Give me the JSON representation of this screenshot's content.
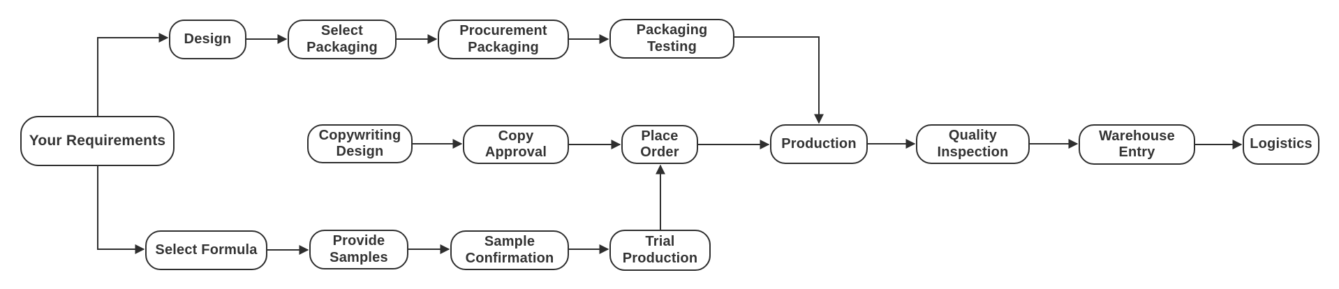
{
  "diagram": {
    "colors": {
      "stroke": "#2e2e2e",
      "text": "#333333",
      "background": "#ffffff"
    },
    "nodes": {
      "your_requirements": {
        "label": "Your Requirements"
      },
      "design": {
        "label": "Design"
      },
      "select_packaging": {
        "label": "Select\nPackaging"
      },
      "procurement_packaging": {
        "label": "Procurement\nPackaging"
      },
      "packaging_testing": {
        "label": "Packaging\nTesting"
      },
      "copywriting_design": {
        "label": "Copywriting\nDesign"
      },
      "copy_approval": {
        "label": "Copy\nApproval"
      },
      "place_order": {
        "label": "Place\nOrder"
      },
      "production": {
        "label": "Production"
      },
      "quality_inspection": {
        "label": "Quality\nInspection"
      },
      "warehouse_entry": {
        "label": "Warehouse\nEntry"
      },
      "logistics": {
        "label": "Logistics"
      },
      "select_formula": {
        "label": "Select Formula"
      },
      "provide_samples": {
        "label": "Provide\nSamples"
      },
      "sample_confirmation": {
        "label": "Sample\nConfirmation"
      },
      "trial_production": {
        "label": "Trial\nProduction"
      }
    },
    "edges": [
      {
        "from": "your_requirements",
        "to": "design"
      },
      {
        "from": "your_requirements",
        "to": "select_formula"
      },
      {
        "from": "design",
        "to": "select_packaging"
      },
      {
        "from": "select_packaging",
        "to": "procurement_packaging"
      },
      {
        "from": "procurement_packaging",
        "to": "packaging_testing"
      },
      {
        "from": "packaging_testing",
        "to": "production"
      },
      {
        "from": "copywriting_design",
        "to": "copy_approval"
      },
      {
        "from": "copy_approval",
        "to": "place_order"
      },
      {
        "from": "place_order",
        "to": "production"
      },
      {
        "from": "production",
        "to": "quality_inspection"
      },
      {
        "from": "quality_inspection",
        "to": "warehouse_entry"
      },
      {
        "from": "warehouse_entry",
        "to": "logistics"
      },
      {
        "from": "select_formula",
        "to": "provide_samples"
      },
      {
        "from": "provide_samples",
        "to": "sample_confirmation"
      },
      {
        "from": "sample_confirmation",
        "to": "trial_production"
      },
      {
        "from": "trial_production",
        "to": "place_order"
      }
    ]
  }
}
